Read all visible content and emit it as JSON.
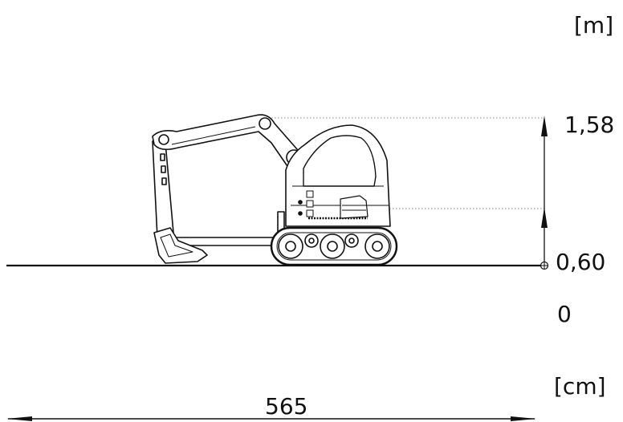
{
  "units": {
    "height": "[m]",
    "length": "[cm]"
  },
  "heights": {
    "top": "1,58",
    "lower": "0,60",
    "ground": "0"
  },
  "length": {
    "value": "565"
  },
  "colors": {
    "line": "#111111",
    "dotted": "#888888",
    "fill": "#ffffff"
  }
}
